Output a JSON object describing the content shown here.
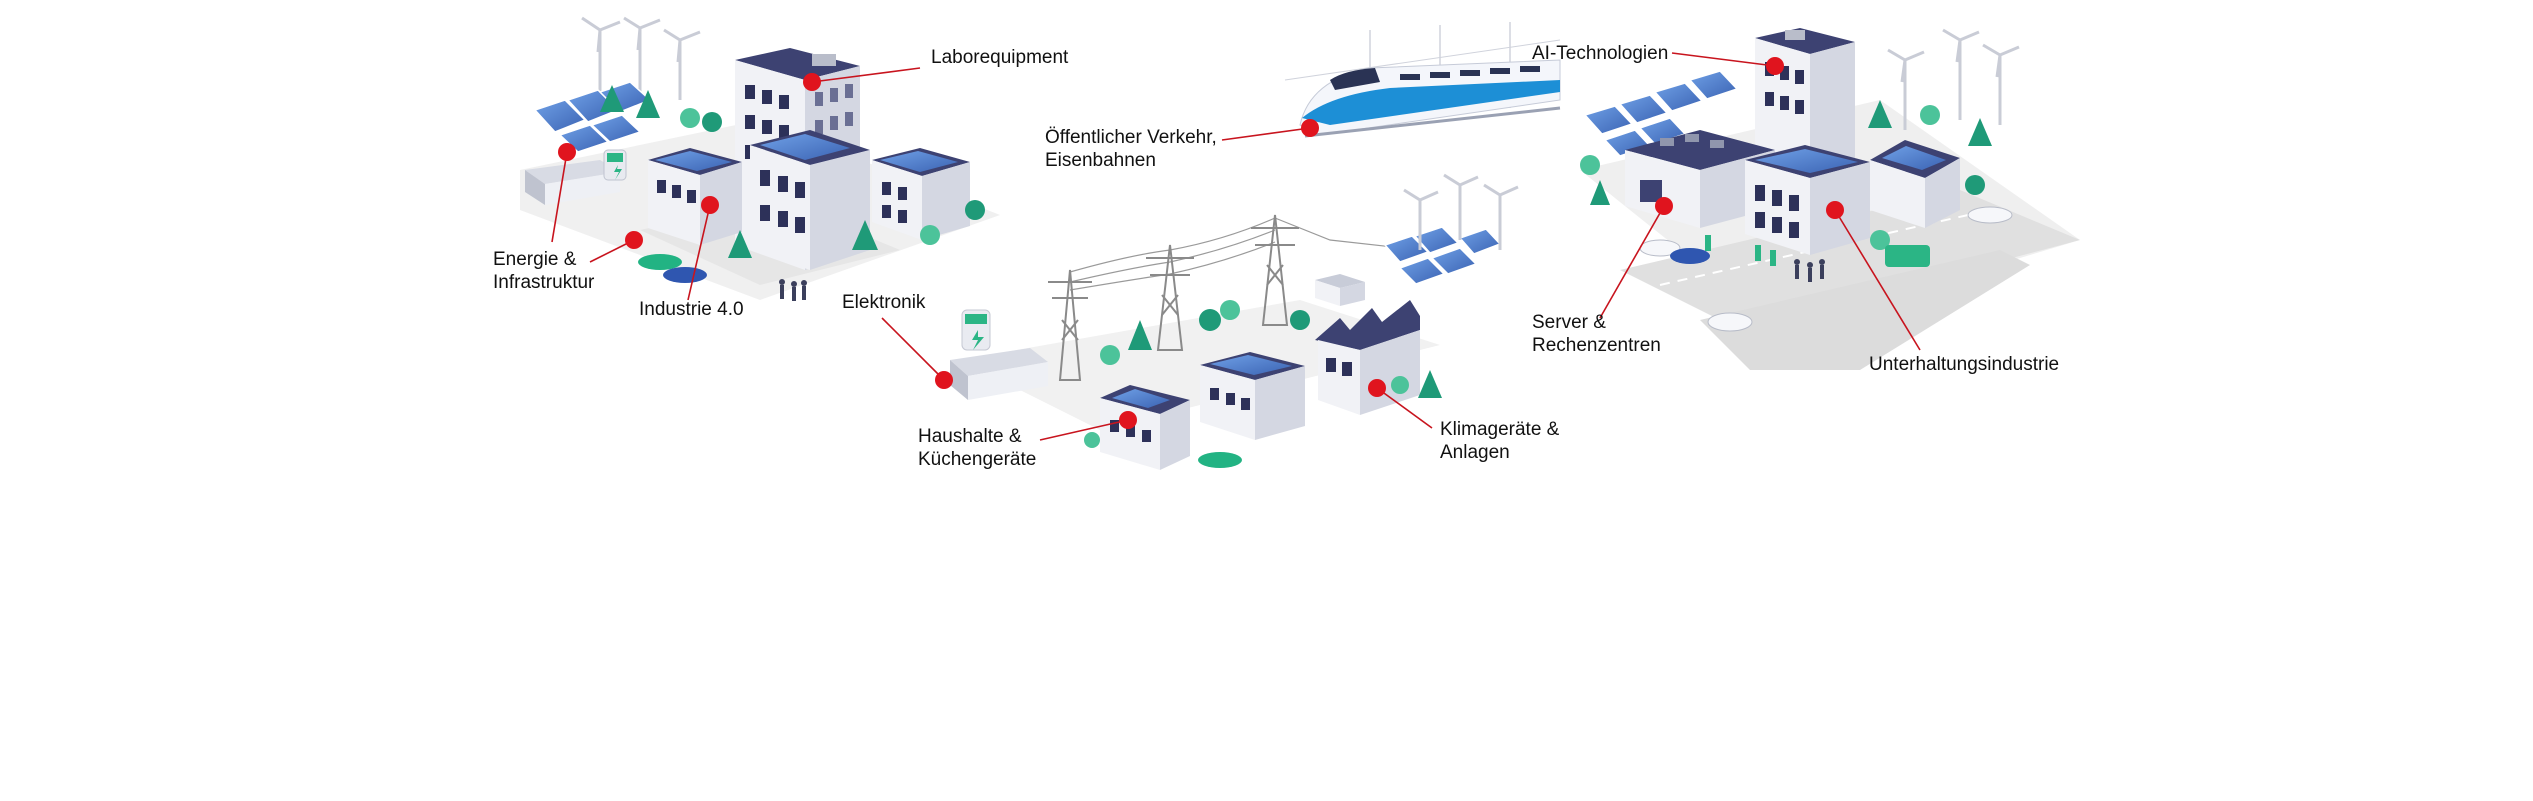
{
  "labels": {
    "laborequipment": "Laborequipment",
    "energie_line1": "Energie &",
    "energie_line2": "Infrastruktur",
    "industrie": "Industrie 4.0",
    "elektronik": "Elektronik",
    "verkehr_line1": "Öffentlicher Verkehr,",
    "verkehr_line2": "Eisenbahnen",
    "haushalte_line1": "Haushalte &",
    "haushalte_line2": "Küchengeräte",
    "klima_line1": "Klimageräte &",
    "klima_line2": "Anlagen",
    "ai": "AI-Technologien",
    "server_line1": "Server &",
    "server_line2": "Rechenzentren",
    "unterhaltung": "Unterhaltungsindustrie"
  },
  "colors": {
    "marker": "#e0141e",
    "leader": "#c8141e",
    "building_roof": "#3d4272",
    "building_wall": "#f1f2f6",
    "building_side": "#d4d7e2",
    "window": "#2d3159",
    "solar_panel": "#4b7fcf",
    "tree": "#1f9a78",
    "tree_light": "#4cc39a",
    "ground": "#ececec",
    "road": "#dcdcdc",
    "pylon": "#8a8a8a",
    "train_body": "#f4f6fb",
    "train_accent": "#1d8fd6"
  }
}
